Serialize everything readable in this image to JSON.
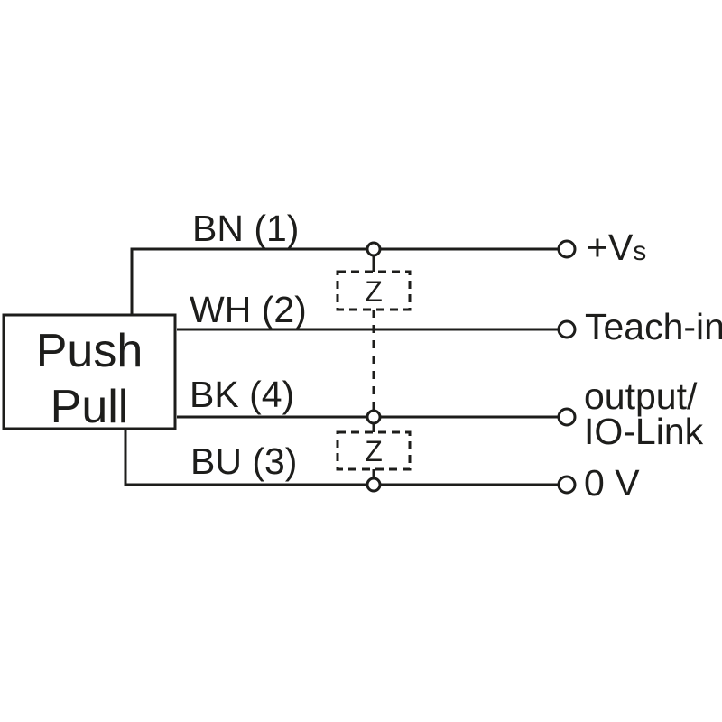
{
  "device": {
    "label_line1": "Push",
    "label_line2": "Pull"
  },
  "wires": [
    {
      "label": "BN (1)"
    },
    {
      "label": "WH (2)"
    },
    {
      "label": "BK (4)"
    },
    {
      "label": "BU (3)"
    }
  ],
  "terminals": [
    {
      "main": "+V",
      "sub": "s"
    },
    {
      "text": "Teach-in"
    },
    {
      "line1": "output/",
      "line2": "IO-Link"
    },
    {
      "text": "0 V"
    }
  ],
  "suppressors": [
    {
      "symbol": "Z"
    },
    {
      "symbol": "Z"
    }
  ],
  "colors": {
    "line": "#1d1d1b",
    "background": "#ffffff"
  }
}
